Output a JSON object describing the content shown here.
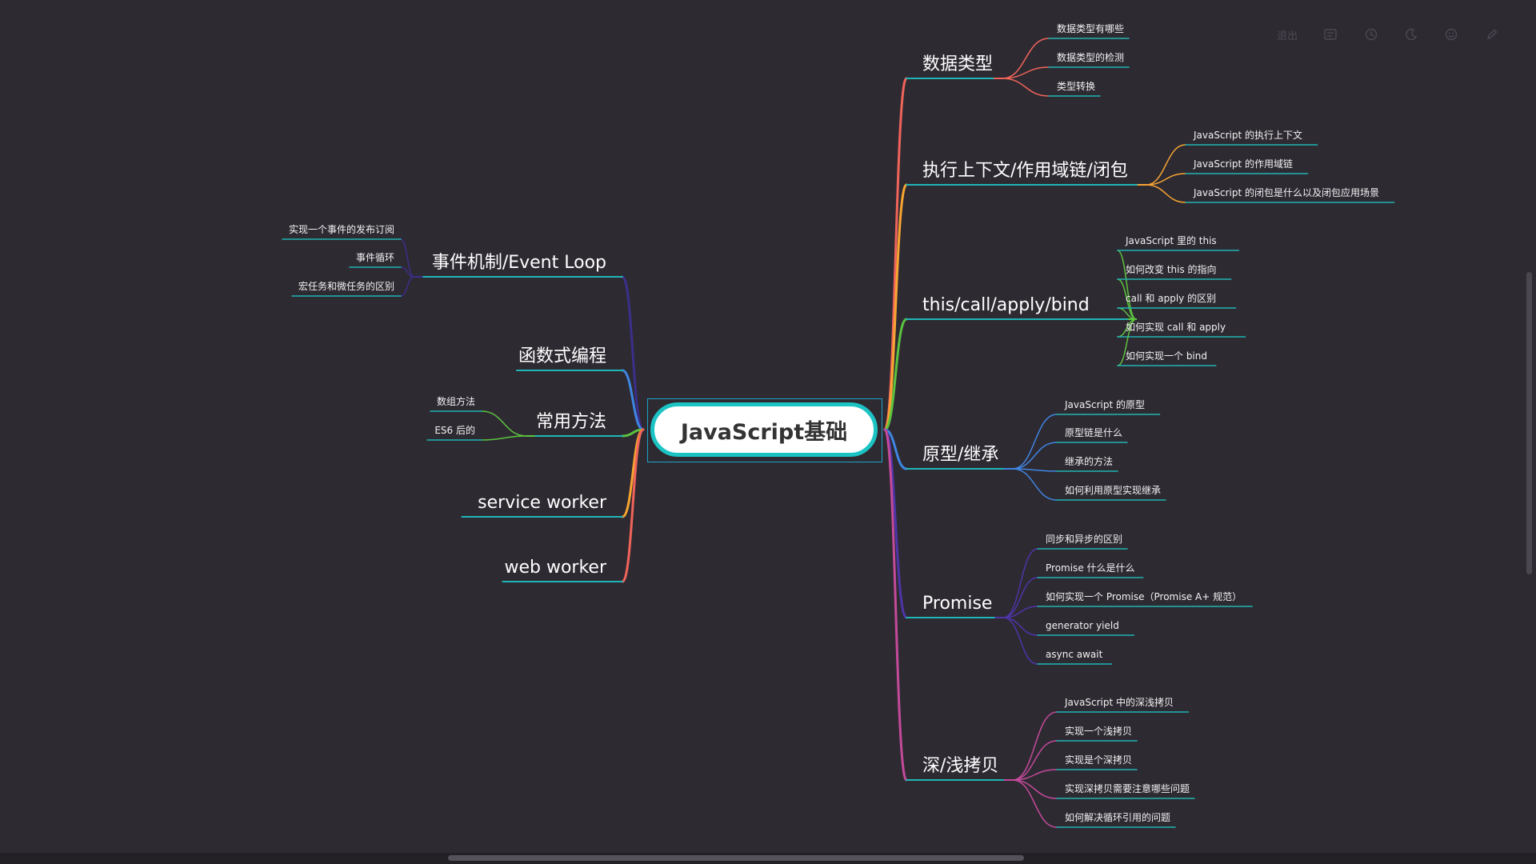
{
  "center": {
    "label": "JavaScript基础",
    "border_color": "#1cc3c3"
  },
  "right_topics": [
    {
      "label": "数据类型",
      "color": "#f0645a",
      "children": [
        "数据类型有哪些",
        "数据类型的检测",
        "类型转换"
      ]
    },
    {
      "label": "执行上下文/作用域链/闭包",
      "color": "#f7a531",
      "children": [
        "JavaScript 的执行上下文",
        "JavaScript 的作用域链",
        "JavaScript 的闭包是什么以及闭包应用场景"
      ]
    },
    {
      "label": "this/call/apply/bind",
      "color": "#5cc33f",
      "children": [
        "JavaScript 里的 this",
        "如何改变 this 的指向",
        "call 和 apply 的区别",
        "如何实现 call 和 apply",
        "如何实现一个 bind"
      ]
    },
    {
      "label": "原型/继承",
      "color": "#3f86e2",
      "children": [
        "JavaScript 的原型",
        "原型链是什么",
        "继承的方法",
        "如何利用原型实现继承"
      ]
    },
    {
      "label": "Promise",
      "color": "#4e35a8",
      "children": [
        "同步和异步的区别",
        "Promise 什么是什么",
        "如何实现一个 Promise（Promise A+ 规范）",
        "generator yield",
        "async await"
      ]
    },
    {
      "label": "深/浅拷贝",
      "color": "#c44a9a",
      "children": [
        "JavaScript 中的深浅拷贝",
        "实现一个浅拷贝",
        "实现是个深拷贝",
        "实现深拷贝需要注意哪些问题",
        "如何解决循环引用的问题"
      ]
    }
  ],
  "left_topics": [
    {
      "label": "事件机制/Event Loop",
      "color": "#3a2f8a",
      "children": [
        "实现一个事件的发布订阅",
        "事件循环",
        "宏任务和微任务的区别"
      ]
    },
    {
      "label": "函数式编程",
      "color": "#3f86e2",
      "children": []
    },
    {
      "label": "常用方法",
      "color": "#5cc33f",
      "children": [
        "数组方法",
        "ES6 后的"
      ]
    },
    {
      "label": "service worker",
      "color": "#f7a531",
      "children": []
    },
    {
      "label": "web worker",
      "color": "#f0645a",
      "children": []
    }
  ],
  "underline_color": "#1fb5b5",
  "toolbar": {
    "exit_label": "退出",
    "icons": [
      "outline-icon",
      "clock-icon",
      "moon-icon",
      "emoji-icon",
      "pen-icon"
    ]
  }
}
